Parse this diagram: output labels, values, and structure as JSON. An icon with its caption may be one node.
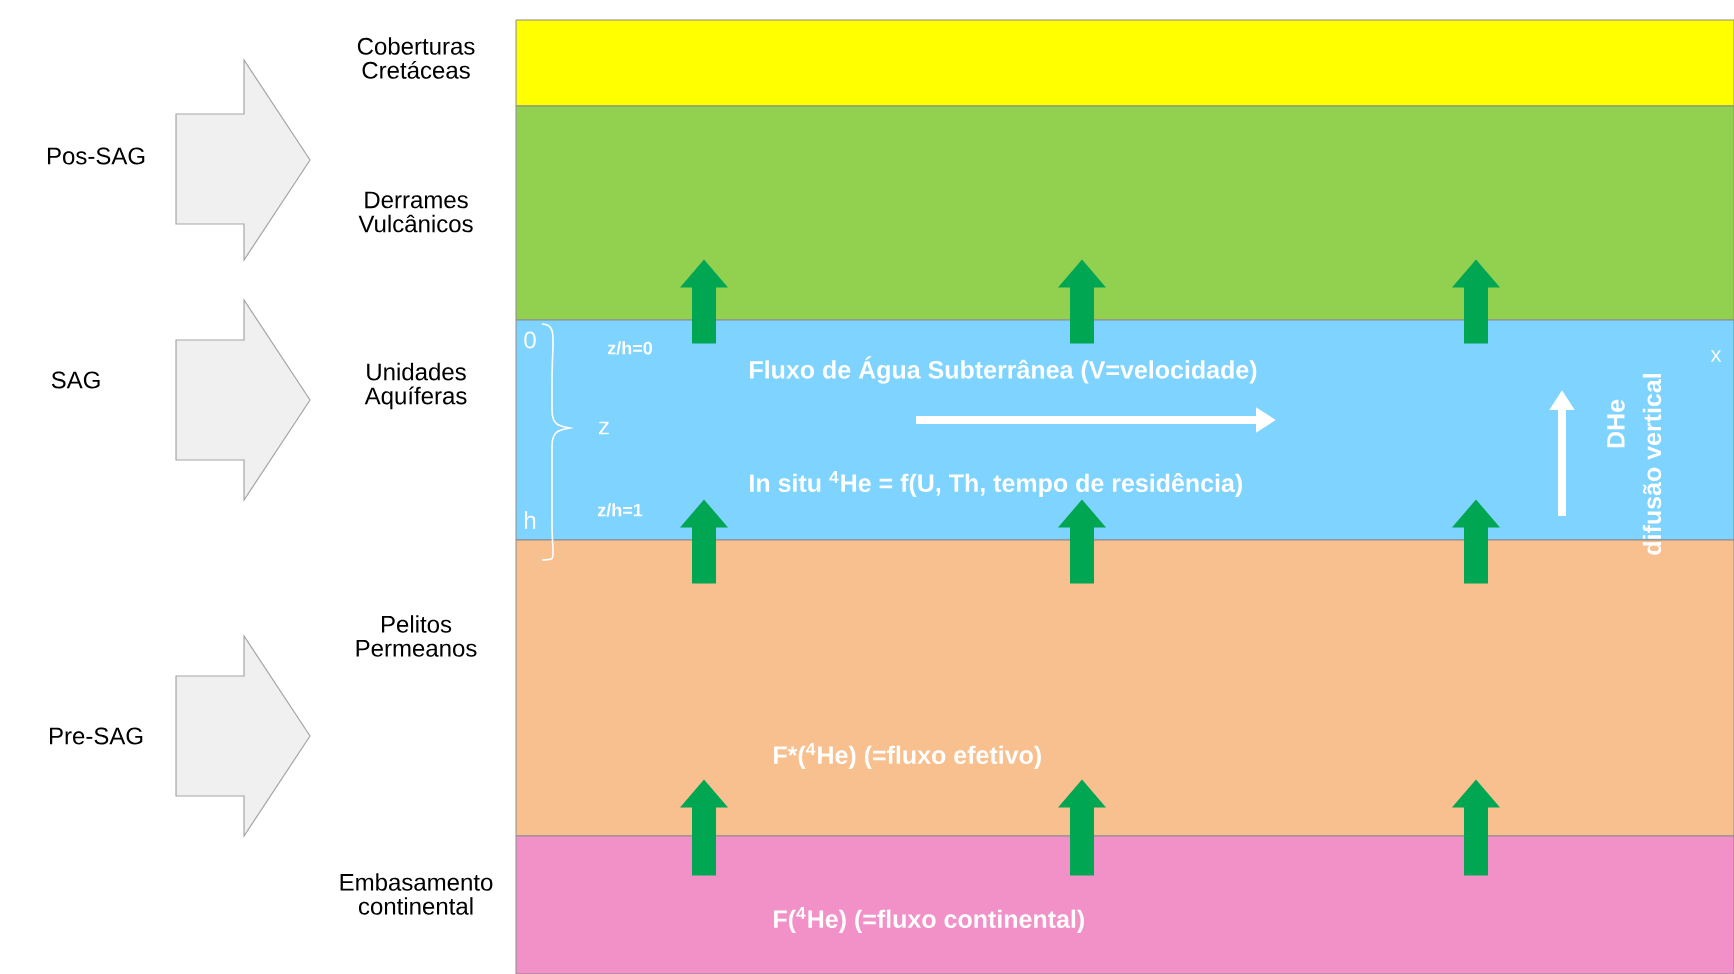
{
  "diagram": {
    "nodes": [
      {
        "text": [
          "Pos-SAG"
        ]
      },
      {
        "text": [
          "SAG"
        ]
      },
      {
        "text": [
          "Pre-SAG"
        ]
      },
      {
        "text": [
          "Coberturas Cretáceas"
        ]
      },
      {
        "text": [
          "Derrames Vulcânicos"
        ]
      },
      {
        "text": [
          "Unidades Aquíferas",
          "Fluxo de Água Subterrânea (V=velocidade)",
          "In situ $^{4}$He = f(U, Th, tempo de residência)"
        ]
      },
      {
        "text": [
          "Pelitos Permeanos",
          "F*($^{4}$He) (=fluxo efetivo)"
        ]
      },
      {
        "text": [
          "Embasamento continental",
          "F($^{4}$He) (=fluxo continental)"
        ]
      }
    ],
    "edges": [
      {
        "from": 5,
        "to": 4,
        "arrow": "to"
      },
      {
        "from": 5,
        "to": 4,
        "arrow": "to"
      },
      {
        "from": 5,
        "to": 4,
        "arrow": "to"
      },
      {
        "from": 6,
        "to": 5,
        "arrow": "to"
      },
      {
        "from": 6,
        "to": 5,
        "arrow": "to"
      },
      {
        "from": 6,
        "to": 5,
        "arrow": "to"
      },
      {
        "from": 7,
        "to": 6,
        "arrow": "to"
      },
      {
        "from": 7,
        "to": 6,
        "arrow": "to"
      },
      {
        "from": 7,
        "to": 6,
        "arrow": "to"
      }
    ],
    "labels": [
      "0",
      "z/h=0",
      "x",
      "z",
      "DHe",
      "difusão vertical",
      "h",
      "z/h=1"
    ]
  }
}
